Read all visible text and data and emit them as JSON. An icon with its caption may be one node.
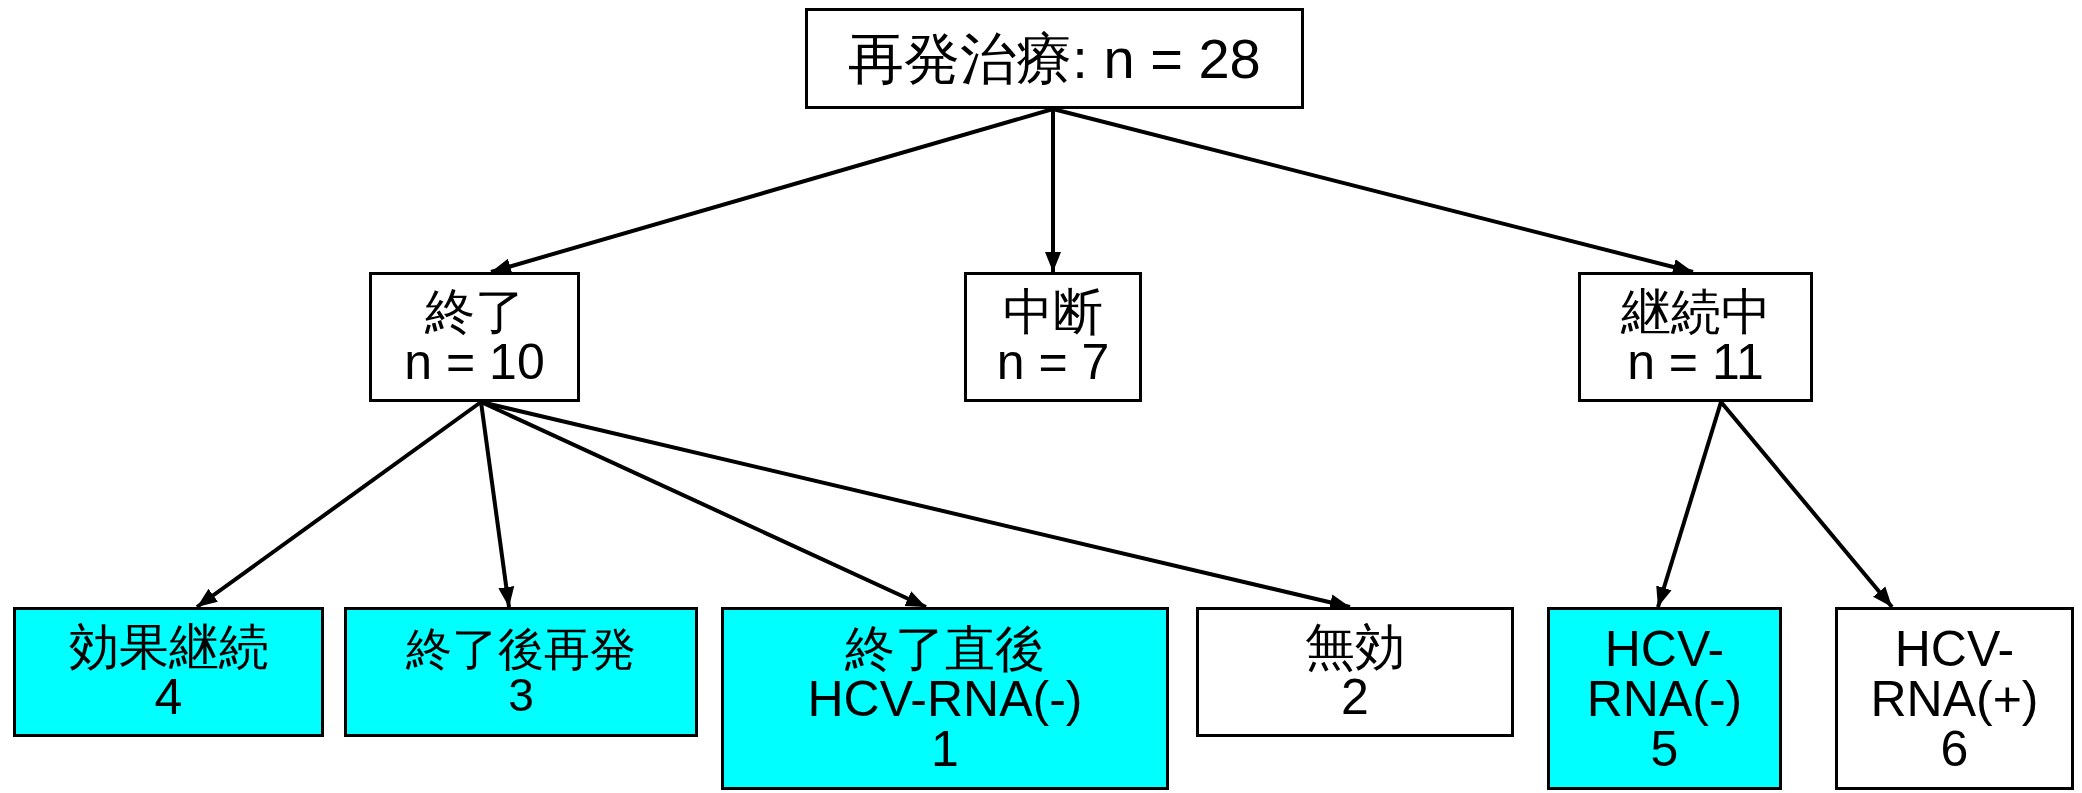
{
  "diagram": {
    "nodes": [
      {
        "text": [
          "再発治療: n = 28"
        ]
      },
      {
        "text": [
          "終了",
          "n = 10"
        ]
      },
      {
        "text": [
          "中断",
          "n = 7"
        ]
      },
      {
        "text": [
          "継続中",
          "n = 11"
        ]
      },
      {
        "text": [
          "効果継続",
          "4"
        ]
      },
      {
        "text": [
          "終了後再発",
          "3"
        ]
      },
      {
        "text": [
          "終了直後",
          "HCV-RNA(-)",
          "1"
        ]
      },
      {
        "text": [
          "無効",
          "2"
        ]
      },
      {
        "text": [
          "HCV-RNA(-)",
          "5"
        ]
      },
      {
        "text": [
          "HCV-RNA(+)",
          "6"
        ]
      }
    ],
    "edges": [
      {
        "from": 0,
        "to": 1,
        "arrow": "to"
      },
      {
        "from": 0,
        "to": 2,
        "arrow": "to"
      },
      {
        "from": 0,
        "to": 3,
        "arrow": "to"
      },
      {
        "from": 1,
        "to": 4,
        "arrow": "to"
      },
      {
        "from": 1,
        "to": 5,
        "arrow": "to"
      },
      {
        "from": 1,
        "to": 6,
        "arrow": "to"
      },
      {
        "from": 1,
        "to": 7,
        "arrow": "to"
      },
      {
        "from": 3,
        "to": 8,
        "arrow": "to"
      },
      {
        "from": 3,
        "to": 9,
        "arrow": "to"
      }
    ]
  }
}
